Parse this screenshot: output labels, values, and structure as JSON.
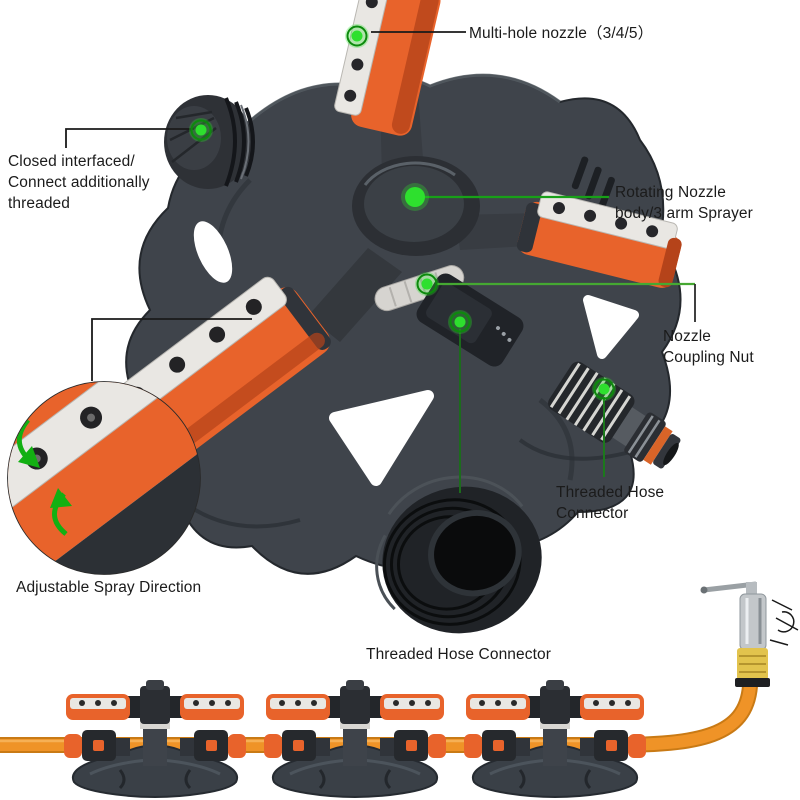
{
  "page": {
    "background": "#ffffff"
  },
  "colors": {
    "orange": "#e8632b",
    "orange_dark": "#b5431a",
    "body_dark": "#33373c",
    "body_mid": "#41464d",
    "strip_white": "#e9e7e3",
    "green_marker": "#2ee02e",
    "green_line": "#18a018",
    "hose_orange": "#ef9327",
    "faucet_yellow": "#e2c34d",
    "text": "#1b1b1b"
  },
  "callouts": {
    "multi_hole_nozzle": {
      "text": "Multi-hole nozzle（3/4/5）"
    },
    "closed_interface": {
      "text": "Closed interfaced/\nConnect additionally\nthreaded"
    },
    "rotating_nozzle_body": {
      "text": "Rotating Nozzle\nbody/3 arm Sprayer"
    },
    "nozzle_coupling_nut": {
      "text": "Nozzle\nCoupling Nut"
    },
    "threaded_hose_connector_right": {
      "text": "Threaded Hose\nConnector"
    },
    "adjustable_spray_direction": {
      "text": "Adjustable Spray Direction"
    },
    "threaded_hose_connector_bottom": {
      "text": "Threaded Hose Connector"
    }
  }
}
